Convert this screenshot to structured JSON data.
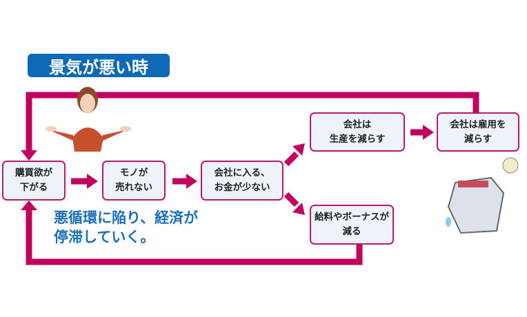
{
  "title": "景気が悪い時",
  "boxes": {
    "b1": "購買欲が\n下がる",
    "b2": "モノが\n売れない",
    "b3": "会社に入る、\nお金が少ない",
    "b4": "会社は\n生産を減らす",
    "b5": "会社は雇用を\n減らす",
    "b6": "給料やボーナスが\n減る"
  },
  "message": "悪循環に陥り、経済が\n停滞していく。",
  "colors": {
    "arrow": "#c2005e",
    "badge": "#0e6ab4",
    "message": "#1a6fb8"
  }
}
